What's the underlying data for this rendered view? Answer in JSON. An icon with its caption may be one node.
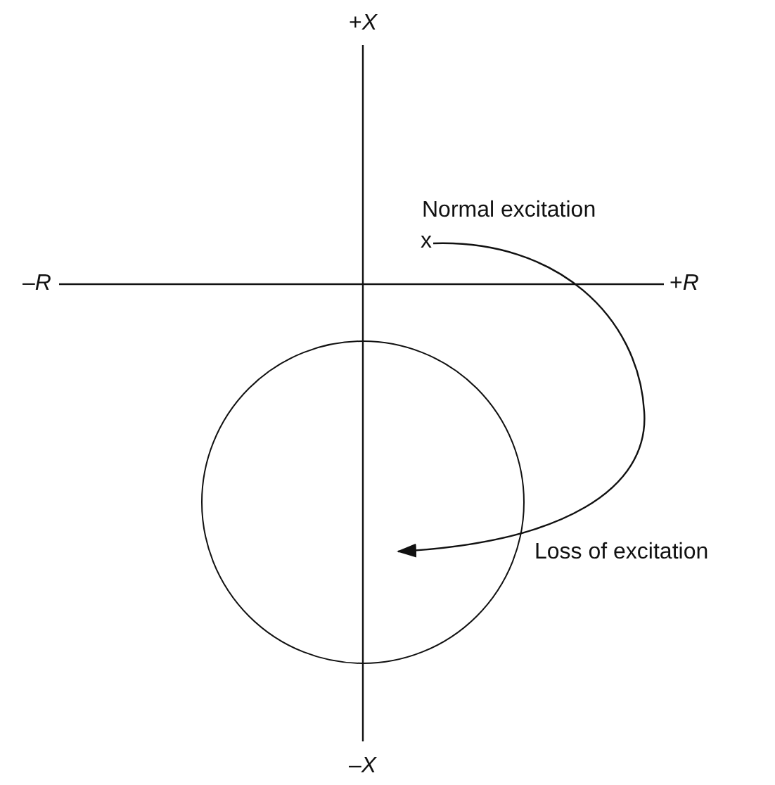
{
  "diagram": {
    "nodes": [
      {
        "text": [
          "x"
        ],
        "beside": [
          "Normal excitation"
        ]
      },
      {
        "text": [],
        "shape": "circle"
      }
    ],
    "edges": [
      {
        "from": 0,
        "to": 1,
        "arrow": "to",
        "label": "Loss of excitation"
      }
    ],
    "labels": [
      "+*X*",
      "–*R*",
      "+*R*",
      "–*X*"
    ]
  }
}
